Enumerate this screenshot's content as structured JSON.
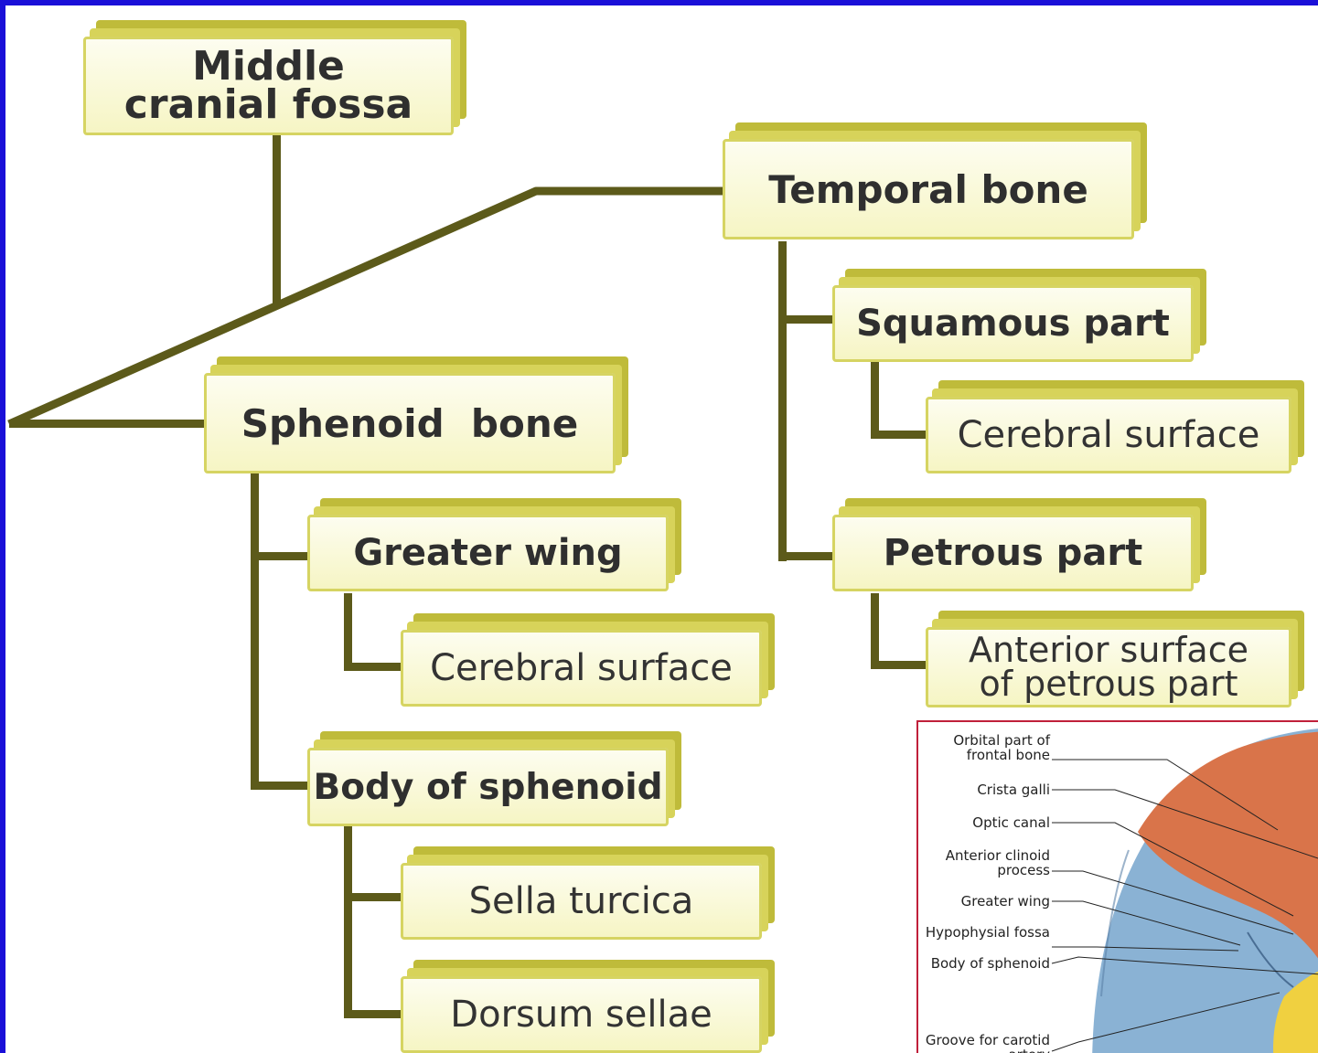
{
  "diagram": {
    "root": "Middle cranial fossa",
    "temporal": {
      "title": "Temporal bone",
      "squamous": "Squamous part",
      "squamous_surface": "Cerebral surface",
      "petrous": "Petrous part",
      "petrous_surface": "Anterior surface of petrous part"
    },
    "sphenoid": {
      "title": "Sphenoid  bone",
      "greater_wing": "Greater wing",
      "greater_wing_surface": "Cerebral surface",
      "body": "Body of sphenoid",
      "sella": "Sella turcica",
      "dorsum": "Dorsum sellae"
    }
  },
  "inset": {
    "labels": [
      "Orbital part of frontal bone",
      "Crista galli",
      "Optic canal",
      "Anterior clinoid process",
      "Greater wing",
      "Hypophysial fossa",
      "Body of sphenoid",
      "Groove for carotid artery"
    ],
    "colors": {
      "frontal": "#d9744a",
      "sphenoid": "#8ab2d4",
      "temporal": "#f0d040"
    }
  }
}
